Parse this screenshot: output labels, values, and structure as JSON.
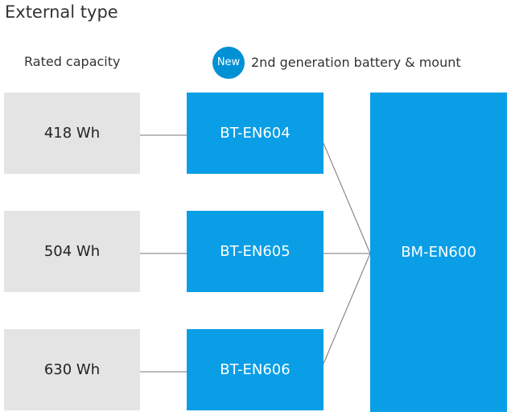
{
  "header": {
    "title": "External type",
    "capacity_heading": "Rated capacity",
    "new_badge": "New",
    "generation_heading": "2nd generation battery & mount"
  },
  "capacities": [
    {
      "label": "418 Wh"
    },
    {
      "label": "504 Wh"
    },
    {
      "label": "630 Wh"
    }
  ],
  "batteries": [
    {
      "label": "BT-EN604"
    },
    {
      "label": "BT-EN605"
    },
    {
      "label": "BT-EN606"
    }
  ],
  "mount": {
    "label": "BM-EN600"
  },
  "colors": {
    "accent_blue": "#0a9ee6",
    "badge_blue": "#0091d5",
    "capacity_gray": "#e4e4e4",
    "connector_gray": "#777777"
  }
}
